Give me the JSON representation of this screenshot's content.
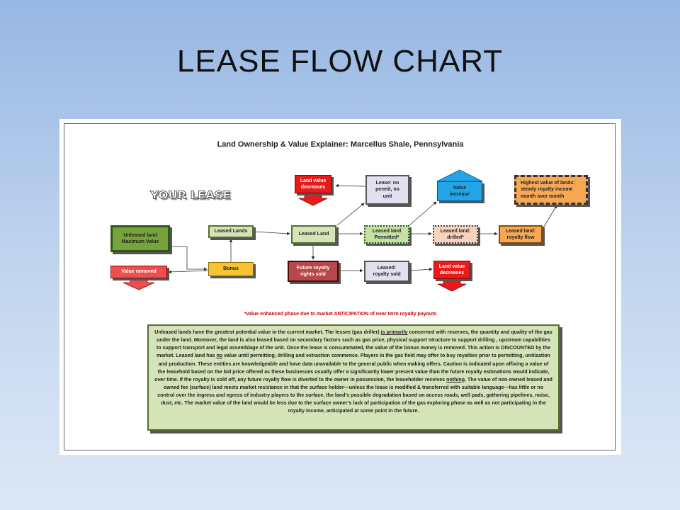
{
  "slide": {
    "title": "LEASE FLOW CHART"
  },
  "document": {
    "title": "Land Ownership & Value Explainer: Marcellus Shale, Pennsylvania",
    "your_lease_label": "YOUR LEASE",
    "footnote": "*value enhanced phase due to market ANTICIPATION of near term royalty payouts"
  },
  "boxes": {
    "unleased": [
      "Unleased land",
      "Maximum Value"
    ],
    "leased_lands": "Leased Lands",
    "value_removed": "Value removed",
    "bonus": "Bonus",
    "land_decreases_1": [
      "Land value",
      "decreases"
    ],
    "lease_no_permit": [
      "Lease: no",
      "permit, no",
      "unit"
    ],
    "leased_land": "Leased Land",
    "leased_permitted": [
      "Leased land",
      "Permitted*"
    ],
    "leased_drilled": [
      "Leased land:",
      "drilled*"
    ],
    "royalty_flow": [
      "Leased land:",
      "royalty flow"
    ],
    "highest": [
      "Highest value of lands:",
      "steady royalty income",
      "month over month"
    ],
    "value_increase": [
      "Value",
      "increase"
    ],
    "future_royalty": [
      "Future royalty",
      "rights sold"
    ],
    "leased_royalty_sold": [
      "Leased:",
      "royalty sold"
    ],
    "land_decreases_2": [
      "Land value",
      "decreases"
    ]
  },
  "explainer": [
    "Unleased lands have the greatest potential value in the current market. The lessee (gas driller) ",
    "is primarily",
    " concerned with reserves, the quantity and quality of the gas under the land. Moreover, the land is also leased based on secondary factors such as gas price, physical support structure to support drilling , upstream capabilities to support transport and legal assemblage of the unit. Once the lease is consummated, the value of the bonus money is removed. This action is DISCOUNTED by the market. Leased land has ",
    "no",
    " value until permitting, drilling and extraction commence. Players in the gas field may offer to buy royalties prior to permitting, unitization and production. These entities are knowledgeable and have data unavailable to the general public when making offers. Caution is indicated upon affixing a value of the leasehold based on the bid price offered as these businesses usually offer a significantly lower present value than the future royalty estimations would indicate, ",
    "over time",
    ". If the royalty is sold off, any future royalty flow is diverted to the owner in possession, the leaseholder receives ",
    "nothing",
    ". The value of non-owned leased and owned fee (surface) land meets market resistance in that the surface holder—unless the lease is modified & transferred with suitable language—has little or no control over the ingress and egress of industry players to the surface, the land’s possible degradation based on access roads, well pads, gathering pipelines, noise, dust, etc. The market value of the land would be less due to the surface owner’s lack of participation of the gas exploring phase as well as not participating in the royalty income, anticipated at some point in the future."
  ],
  "colors": {
    "unleased": "#76a33c",
    "leased": "#d5e3b8",
    "red": "#e81a1a",
    "bonus": "#f7c431",
    "value_increase": "#23a4e6",
    "royalty": "#f6a855",
    "royalty_sold": "#b84848",
    "footnote": "#cc0000"
  }
}
